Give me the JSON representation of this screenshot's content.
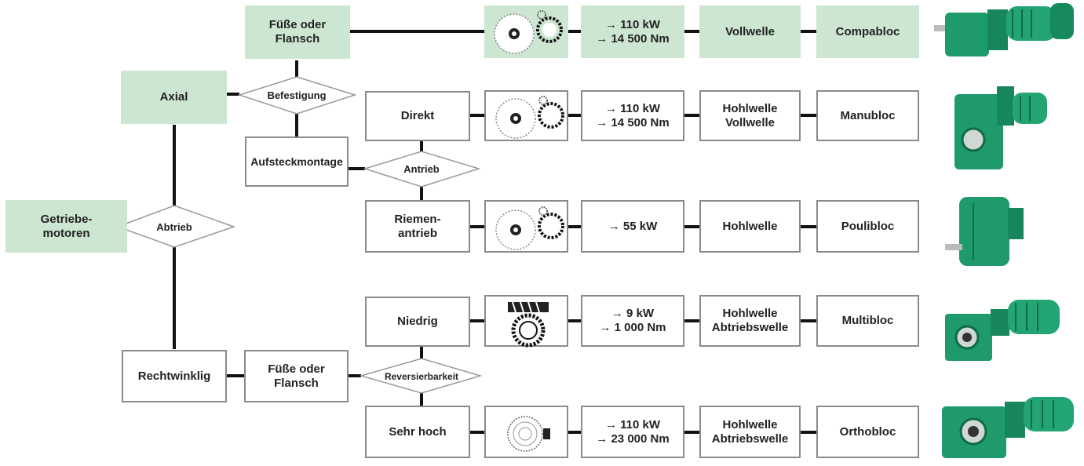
{
  "root": {
    "label": "Getriebe-\nmotoren"
  },
  "decisions": {
    "abtrieb": "Abtrieb",
    "befestigung": "Befestigung",
    "antrieb": "Antrieb",
    "reversierbarkeit": "Reversierbarkeit"
  },
  "branches": {
    "axial": "Axial",
    "rechtwinklig": "Rechtwinklig",
    "fuesse_flansch_top": "Füße oder\nFlansch",
    "aufsteckmontage": "Aufsteckmontage",
    "fuesse_flansch_bottom": "Füße oder\nFlansch",
    "direkt": "Direkt",
    "riemenantrieb": "Riemen-\nantrieb",
    "niedrig": "Niedrig",
    "sehr_hoch": "Sehr hoch"
  },
  "products": [
    {
      "gear_icon": "spur-gear-icon",
      "specs": "→ 110 kW\n→ 14 500 Nm",
      "shaft": "Vollwelle",
      "name": "Compabloc",
      "colors": {
        "fill": "#cde6d2"
      }
    },
    {
      "gear_icon": "spur-gear-icon",
      "specs": "→ 110 kW\n→ 14 500 Nm",
      "shaft": "Hohlwelle\nVollwelle",
      "name": "Manubloc"
    },
    {
      "gear_icon": "spur-gear-icon",
      "specs": "→ 55 kW",
      "shaft": "Hohlwelle",
      "name": "Poulibloc"
    },
    {
      "gear_icon": "worm-gear-icon",
      "specs": "→ 9 kW\n→ 1 000 Nm",
      "shaft": "Hohlwelle\nAbtriebswelle",
      "name": "Multibloc"
    },
    {
      "gear_icon": "bevel-gear-icon",
      "specs": "→ 110 kW\n→ 23 000 Nm",
      "shaft": "Hohlwelle\nAbtriebswelle",
      "name": "Orthobloc"
    }
  ],
  "colors": {
    "accent_green": "#cde6d2",
    "motor_green": "#1f9a6a",
    "border": "#8a8a8a",
    "line": "#111111"
  }
}
